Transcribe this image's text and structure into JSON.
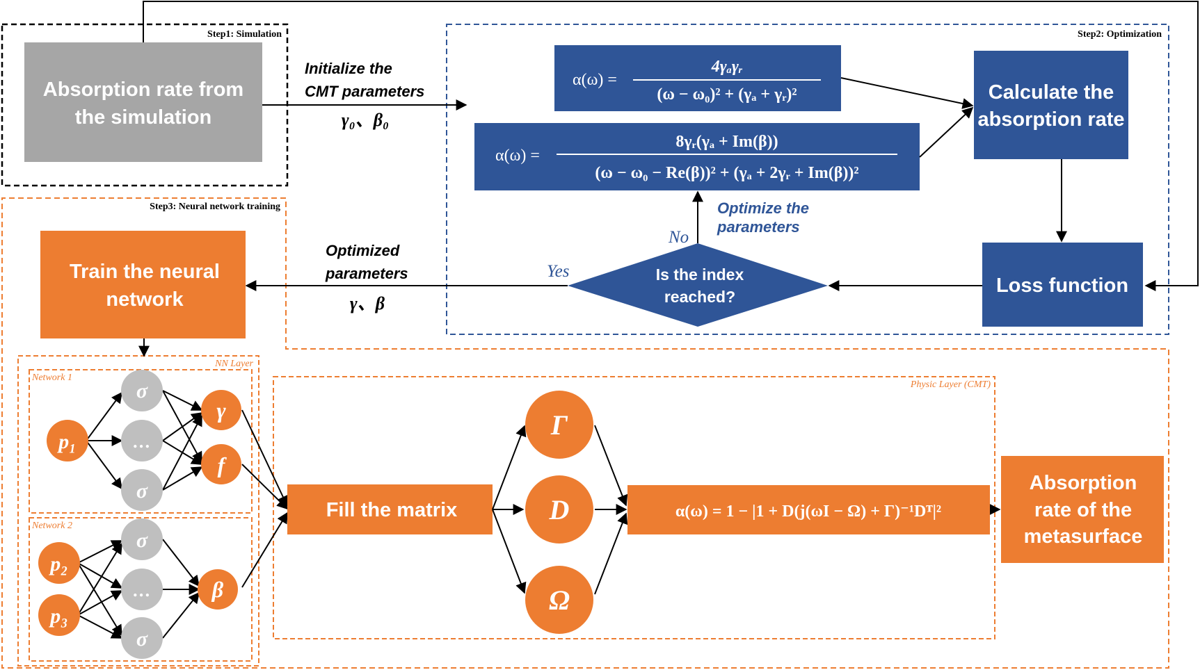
{
  "colors": {
    "blue": "#2F5597",
    "orange": "#ED7D31",
    "gray": "#A6A6A6",
    "light_gray": "#BFBFBF",
    "black": "#000000"
  },
  "steps": {
    "step1": "Step1: Simulation",
    "step2": "Step2: Optimization",
    "step3": "Step3: Neural network training"
  },
  "layers": {
    "nn": "NN Layer",
    "network1": "Network 1",
    "network2": "Network 2",
    "physic": "Physic Layer (CMT)"
  },
  "boxes": {
    "simulation": [
      "Absorption rate from",
      "the simulation"
    ],
    "calculate": [
      "Calculate the",
      "absorption rate"
    ],
    "loss": "Loss function",
    "train": [
      "Train the neural",
      "network"
    ],
    "fill": "Fill the matrix",
    "output": [
      "Absorption",
      "rate of the",
      "metasurface"
    ],
    "decision": [
      "Is the index",
      "reached?"
    ]
  },
  "edge_labels": {
    "init": [
      "Initialize the",
      "CMT parameters"
    ],
    "init_params": "γ₀、β₀",
    "optimized": [
      "Optimized",
      "parameters"
    ],
    "optimized_params": "γ、β",
    "optimize_loop": [
      "Optimize the",
      "parameters"
    ],
    "yes": "Yes",
    "no": "No"
  },
  "formulas": {
    "f1_lhs": "α(ω) =",
    "f1_num": "4γₐγᵣ",
    "f1_den": "(ω − ω₀)² + (γₐ + γᵣ)²",
    "f2_lhs": "α(ω) =",
    "f2_num": "8γᵣ(γₐ + Im(β))",
    "f2_den": "(ω − ω₀ − Re(β))² + (γₐ + 2γᵣ + Im(β))²",
    "f3": "α(ω) = 1 − |1 + D(j(ωI − Ω) + Γ)⁻¹Dᵀ|²"
  },
  "nodes": {
    "p1": "p₁",
    "p2": "p₂",
    "p3": "p₃",
    "sigma": "σ",
    "dots": "…",
    "gamma": "γ",
    "f": "f",
    "beta": "β",
    "Gamma": "Γ",
    "D": "D",
    "Omega": "Ω"
  }
}
